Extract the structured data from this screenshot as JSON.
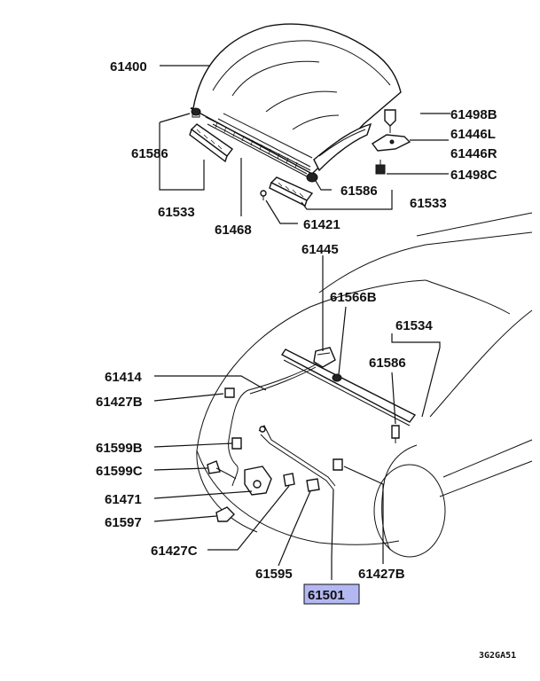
{
  "labels": {
    "p61400": "61400",
    "p61498B": "61498B",
    "p61446L": "61446L",
    "p61446R": "61446R",
    "p61498C": "61498C",
    "p61586_left": "61586",
    "p61533_left": "61533",
    "p61468": "61468",
    "p61586_mid": "61586",
    "p61533_mid": "61533",
    "p61421": "61421",
    "p61445": "61445",
    "p61566B": "61566B",
    "p61534": "61534",
    "p61586_right": "61586",
    "p61414": "61414",
    "p61427B_left": "61427B",
    "p61599B": "61599B",
    "p61599C": "61599C",
    "p61471": "61471",
    "p61597": "61597",
    "p61427C": "61427C",
    "p61595": "61595",
    "p61427B_right": "61427B",
    "p61501": "61501"
  },
  "highlight_color": "#b4b8f2",
  "diagram_code": "3G2GA51"
}
